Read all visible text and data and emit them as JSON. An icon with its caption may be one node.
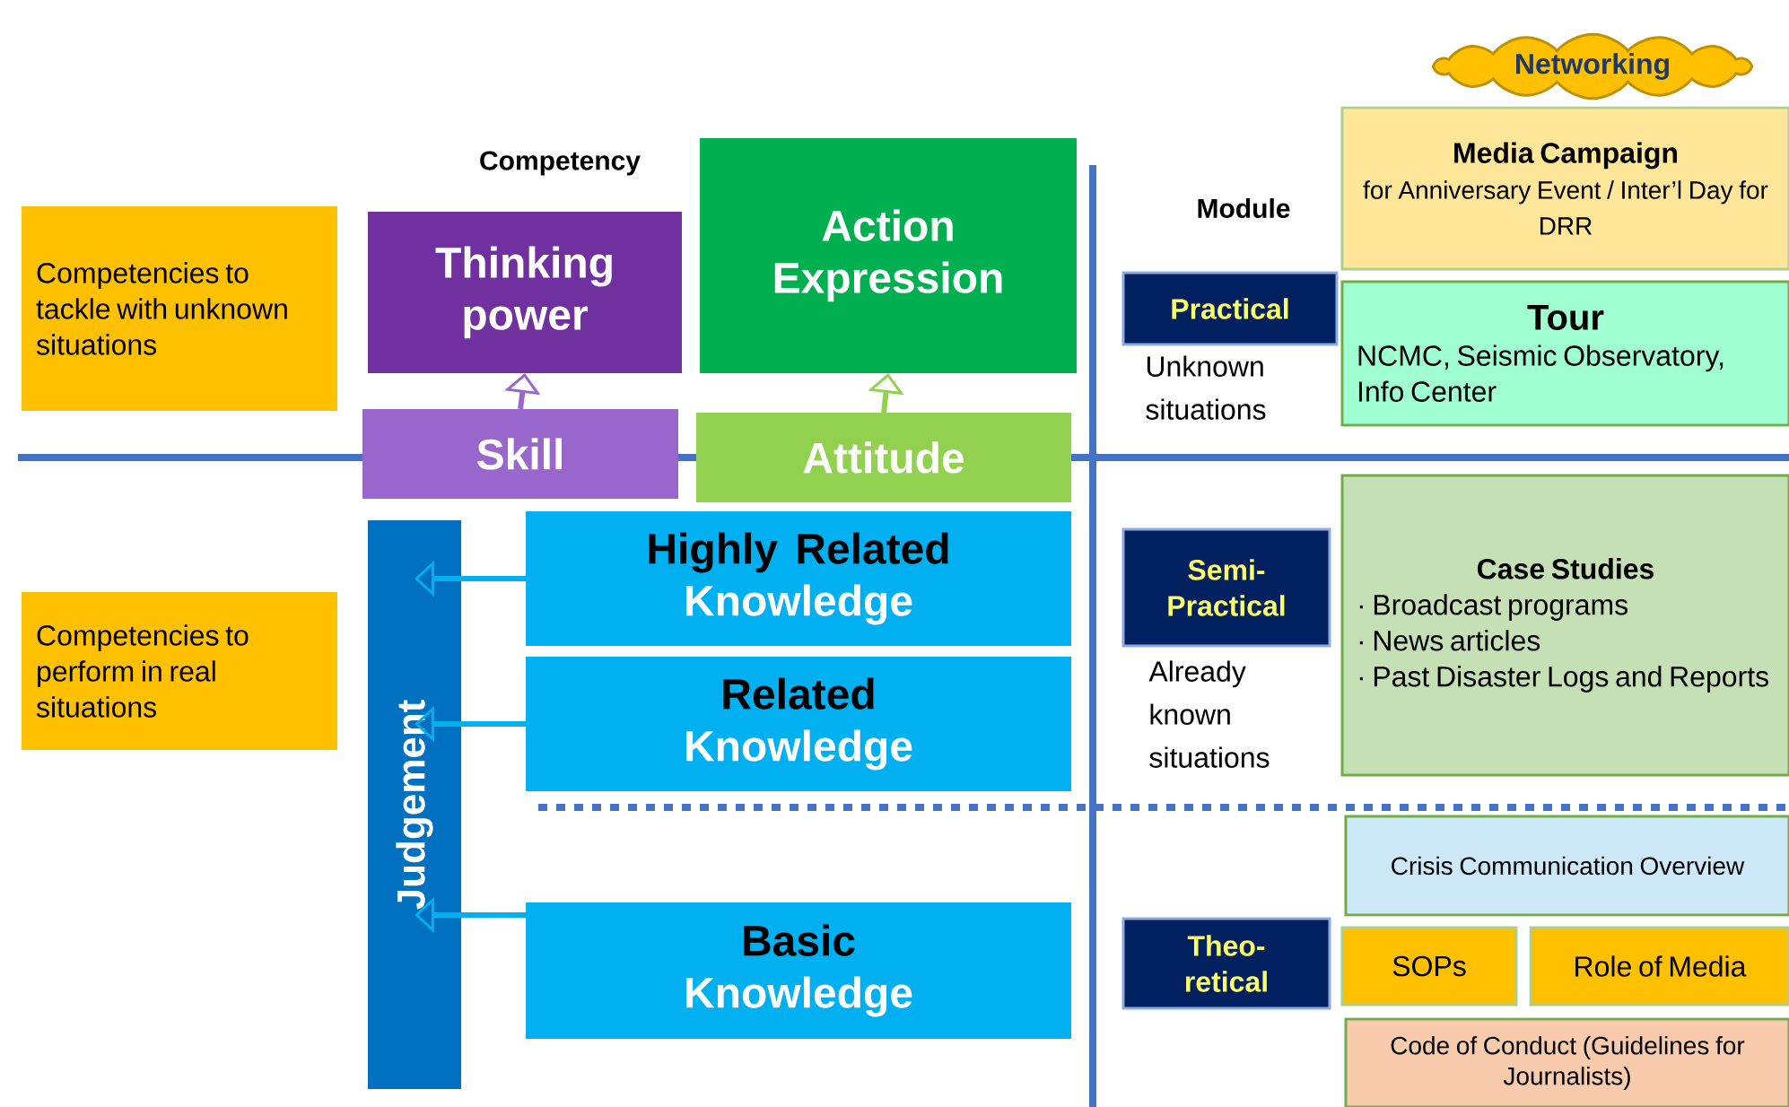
{
  "diagram": {
    "nodes": [
      {
        "text": [
          "Competencies to tackle with unknown situations"
        ]
      },
      {
        "text": [
          "Thinking power"
        ]
      },
      {
        "text": [
          "Action Expression"
        ]
      },
      {
        "text": [
          "Skill"
        ]
      },
      {
        "text": [
          "Attitude"
        ]
      },
      {
        "text": [
          "Competencies to perform in real situations"
        ]
      },
      {
        "text": [
          "Judgement"
        ]
      },
      {
        "text": [
          "Highly Related",
          "Knowledge"
        ]
      },
      {
        "text": [
          "Related",
          "Knowledge"
        ]
      },
      {
        "text": [
          "Basic",
          "Knowledge"
        ]
      },
      {
        "text": [
          "Networking"
        ]
      },
      {
        "text": [
          "Media Campaign",
          "for Anniversary Event / Inter’l Day for DRR"
        ]
      },
      {
        "text": [
          "Practical"
        ],
        "beside": [
          "Unknown situations"
        ]
      },
      {
        "text": [
          "Tour",
          "NCMC, Seismic Observatory, Info Center"
        ]
      },
      {
        "text": [
          "Semi- Practical"
        ],
        "beside": [
          "Already known situations"
        ]
      },
      {
        "text": [
          "Case Studies",
          "· Broadcast programs",
          "· News articles",
          "· Past Disaster Logs and Reports"
        ]
      },
      {
        "text": [
          "Theo- retical"
        ]
      },
      {
        "text": [
          "Crisis Communication Overview"
        ]
      },
      {
        "text": [
          "SOPs"
        ]
      },
      {
        "text": [
          "Role of Media"
        ]
      },
      {
        "text": [
          "Code of Conduct (Guidelines for Journalists)"
        ]
      }
    ],
    "edges": [
      {
        "from": 3,
        "to": 1,
        "arrow": "to",
        "color": "#9966cc"
      },
      {
        "from": 4,
        "to": 2,
        "arrow": "to",
        "color": "#92d050"
      },
      {
        "from": 7,
        "to": 6,
        "arrow": "to"
      },
      {
        "from": 8,
        "to": 6,
        "arrow": "to"
      },
      {
        "from": 9,
        "to": 6,
        "arrow": "to"
      }
    ],
    "labels": [
      "Competency",
      "Module"
    ]
  }
}
